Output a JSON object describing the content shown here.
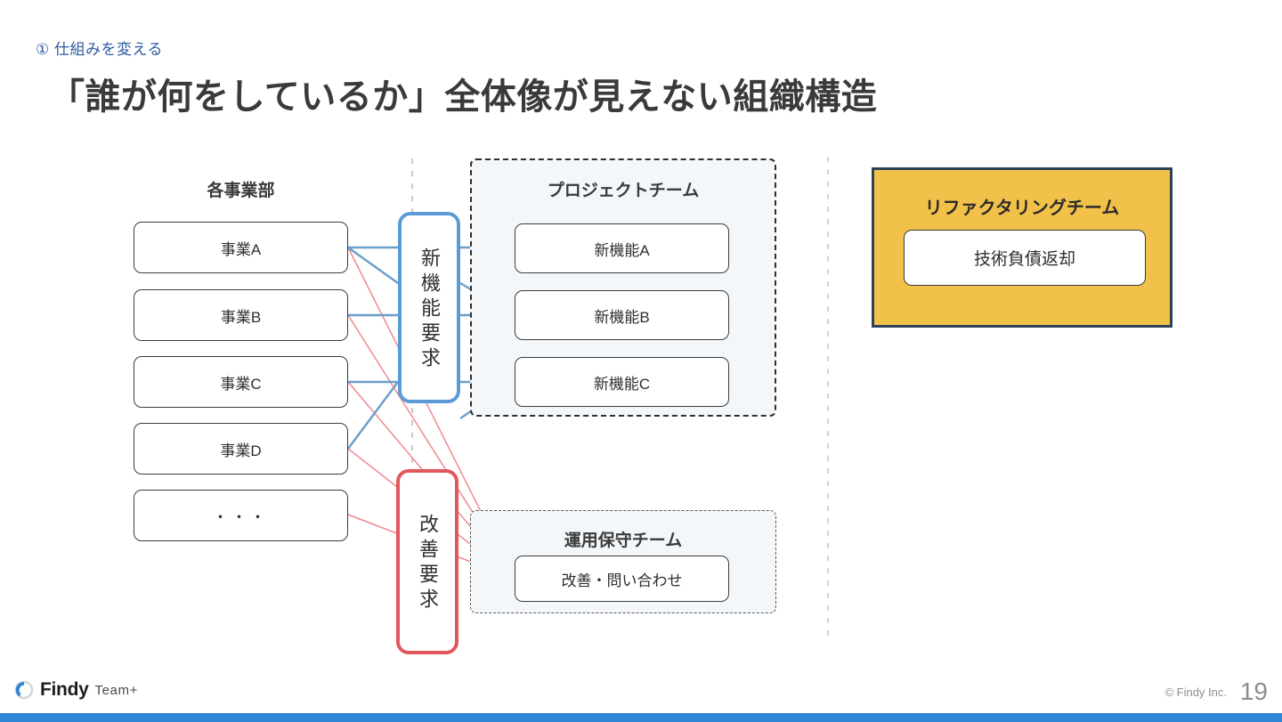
{
  "header": {
    "eyebrow": "① 仕組みを変える",
    "title": "「誰が何をしているか」全体像が見えない組織構造"
  },
  "diagram": {
    "left_column": {
      "heading": "各事業部",
      "items": [
        {
          "label": "事業A"
        },
        {
          "label": "事業B"
        },
        {
          "label": "事業C"
        },
        {
          "label": "事業D"
        },
        {
          "label": "・・・"
        }
      ]
    },
    "request_pills": [
      {
        "label": "新機能要求",
        "color": "#5b9bd5"
      },
      {
        "label": "改善要求",
        "color": "#e2575c"
      }
    ],
    "project_team": {
      "heading": "プロジェクトチーム",
      "items": [
        {
          "label": "新機能A"
        },
        {
          "label": "新機能B"
        },
        {
          "label": "新機能C"
        }
      ]
    },
    "ops_team": {
      "heading": "運用保守チーム",
      "items": [
        {
          "label": "改善・問い合わせ"
        }
      ]
    },
    "refactoring_team": {
      "heading": "リファクタリングチーム",
      "item": "技術負債返却",
      "fill": "#f2c14a",
      "border": "#2d4157"
    }
  },
  "footer": {
    "brand_name": "Findy",
    "brand_sub": "Team+",
    "copyright": "© Findy Inc.",
    "page_number": "19",
    "bar_color": "#2f86d6"
  }
}
